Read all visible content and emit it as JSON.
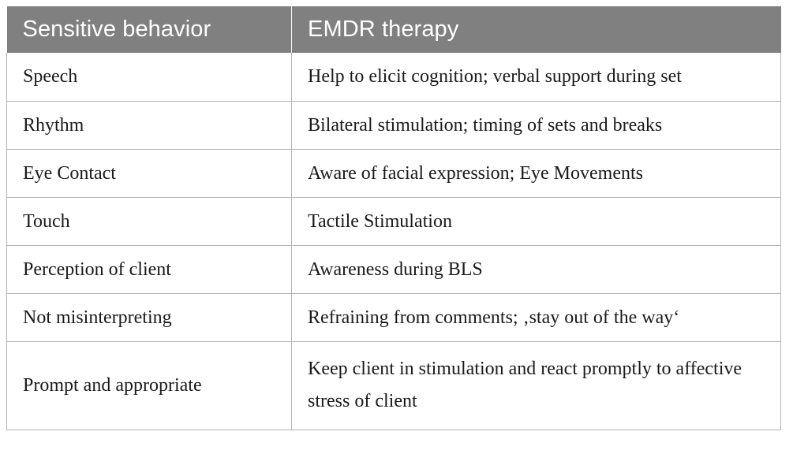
{
  "table": {
    "columns": [
      {
        "key": "behavior",
        "label": "Sensitive behavior"
      },
      {
        "key": "therapy",
        "label": "EMDR therapy"
      }
    ],
    "header_background": "#808080",
    "header_text_color": "#ffffff",
    "border_color": "#b3b3b3",
    "body_text_color": "#1a1a1a",
    "rows": [
      {
        "behavior": "Speech",
        "therapy": "Help to elicit cognition; verbal support during set"
      },
      {
        "behavior": "Rhythm",
        "therapy": "Bilateral stimulation; timing of sets and breaks"
      },
      {
        "behavior": "Eye Contact",
        "therapy": "Aware of facial expression; Eye Movements"
      },
      {
        "behavior": "Touch",
        "therapy": "Tactile Stimulation"
      },
      {
        "behavior": "Perception of client",
        "therapy": "Awareness during BLS"
      },
      {
        "behavior": "Not misinterpreting",
        "therapy": "Refraining from comments; ‚stay out of the way‘"
      },
      {
        "behavior": "Prompt and appropriate",
        "therapy": "Keep client in stimulation and react promptly to affective stress of client"
      }
    ]
  }
}
